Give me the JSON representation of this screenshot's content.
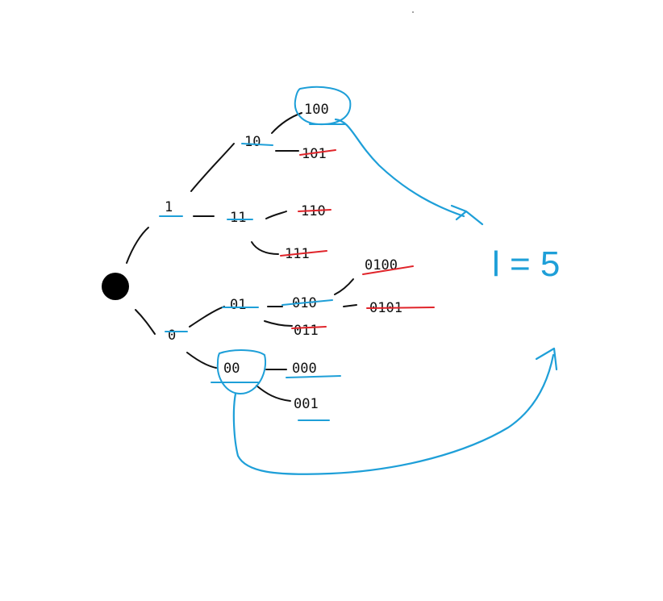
{
  "diagram": {
    "root": {
      "label": ""
    },
    "nodes": [
      {
        "id": "n1",
        "label": "1",
        "mark": "blue-underline"
      },
      {
        "id": "n0",
        "label": "0",
        "mark": "blue-underline"
      },
      {
        "id": "n10",
        "label": "10",
        "mark": "blue-underline"
      },
      {
        "id": "n11",
        "label": "11",
        "mark": "blue-underline"
      },
      {
        "id": "n01",
        "label": "01",
        "mark": "blue-underline"
      },
      {
        "id": "n00",
        "label": "00",
        "mark": "blue-circle"
      },
      {
        "id": "n100",
        "label": "100",
        "mark": "blue-circle"
      },
      {
        "id": "n101",
        "label": "101",
        "mark": "red-strike"
      },
      {
        "id": "n110",
        "label": "110",
        "mark": "red-strike"
      },
      {
        "id": "n111",
        "label": "111",
        "mark": "red-strike"
      },
      {
        "id": "n010",
        "label": "010",
        "mark": "blue-underline"
      },
      {
        "id": "n011",
        "label": "011",
        "mark": "red-strike"
      },
      {
        "id": "n000",
        "label": "000",
        "mark": "blue-underline"
      },
      {
        "id": "n001",
        "label": "001",
        "mark": "blue-underline"
      },
      {
        "id": "n0100",
        "label": "0100",
        "mark": "red-strike"
      },
      {
        "id": "n0101",
        "label": "0101",
        "mark": "red-strike"
      }
    ],
    "result": {
      "label": "l = 5"
    },
    "colors": {
      "ink": "#111111",
      "blue": "#1e9fd8",
      "red": "#e0242a"
    }
  }
}
